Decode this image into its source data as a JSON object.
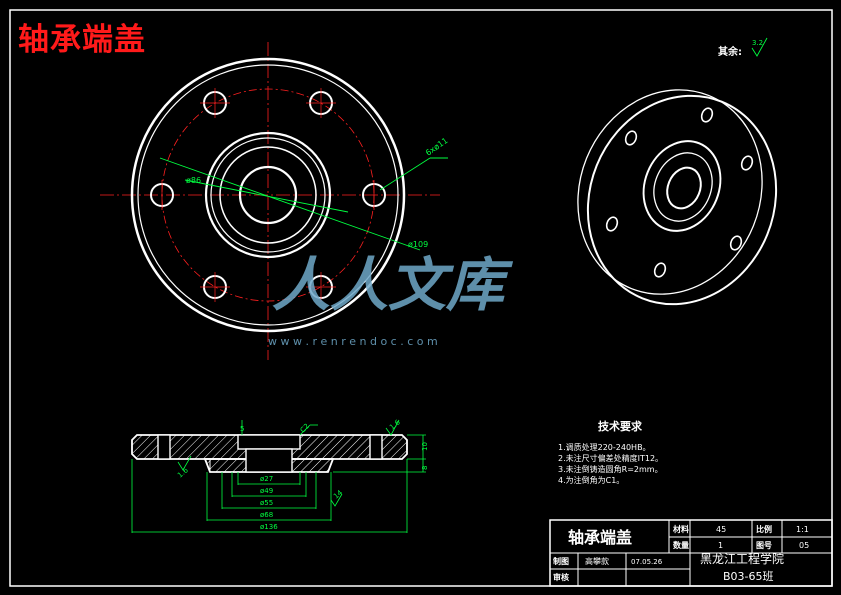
{
  "title": "轴承端盖",
  "surface_finish_note": {
    "label": "其余:",
    "value": "3.2"
  },
  "front_view": {
    "holes_callout": "6xø11",
    "dia_pcd": "ø86",
    "dia_outer": "ø109"
  },
  "section_view": {
    "dims_top": [
      "5",
      "C2",
      "1.6"
    ],
    "dim_left_roughness": "1.6",
    "dims_vertical": [
      "10",
      "8"
    ],
    "dims_diameter": [
      "ø27",
      "ø49",
      "ø55",
      "ø68",
      "ø136"
    ],
    "dim_right_roughness": "14"
  },
  "watermark": {
    "text": "人人文库",
    "url": "w w w . r e n r e n d o c . c o m"
  },
  "tech_requirements": {
    "heading": "技术要求",
    "items": [
      "1.调质处理220-240HB。",
      "2.未注尺寸偏差处精度IT12。",
      "3.未注倒铸造圆角R=2mm。",
      "4.为注倒角为C1。"
    ]
  },
  "title_block": {
    "part_name": "轴承端盖",
    "material_label": "材料",
    "material_value": "45",
    "scale_label": "比例",
    "scale_value": "1:1",
    "qty_label": "数量",
    "qty_value": "1",
    "drawing_no_label": "图号",
    "drawing_no_value": "05",
    "drawn_label": "制图",
    "drawn_name": "高攀款",
    "drawn_date": "07.05.26",
    "checked_label": "审核",
    "school": "黑龙江工程学院",
    "class_name": "B03-65班"
  },
  "colors": {
    "background": "#000000",
    "outline": "#ffffff",
    "center_line": "#ff2020",
    "dimension": "#00ff40",
    "hatch": "#ffffff",
    "title_red": "#ff1a1a",
    "watermark": "#6fa8c8"
  }
}
